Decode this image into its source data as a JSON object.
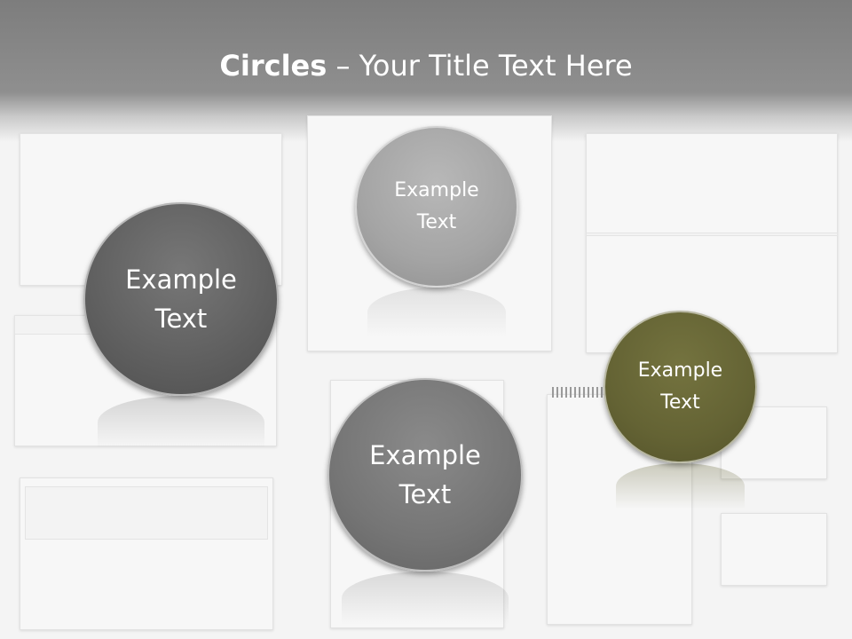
{
  "title": {
    "bold": "Circles",
    "rest": " – Your Title Text Here"
  },
  "circles": [
    {
      "line1": "Example",
      "line2": "Text"
    },
    {
      "line1": "Example",
      "line2": "Text"
    },
    {
      "line1": "Example",
      "line2": "Text"
    },
    {
      "line1": "Example",
      "line2": "Text"
    }
  ],
  "colors": {
    "header": "#8a8a8a",
    "circle_dark": "#5f5f5f",
    "circle_light": "#a4a4a4",
    "circle_mid": "#757575",
    "circle_olive": "#646334"
  }
}
